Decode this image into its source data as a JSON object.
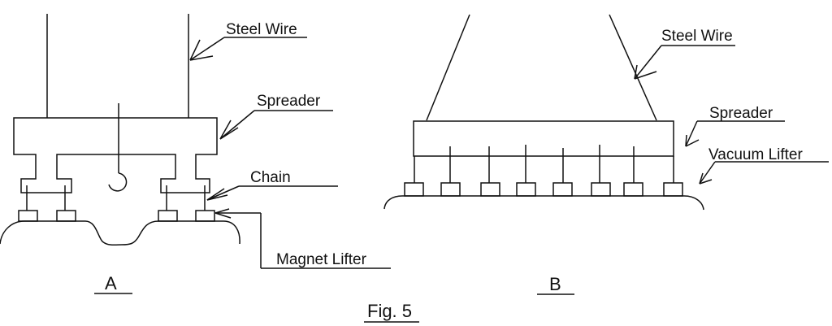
{
  "figure": {
    "caption": "Fig. 5",
    "panels": [
      {
        "id": "A",
        "label": "A",
        "callouts": {
          "steel_wire": "Steel Wire",
          "spreader": "Spreader",
          "chain": "Chain",
          "magnet_lifter": "Magnet Lifter"
        },
        "lifter_count": 4
      },
      {
        "id": "B",
        "label": "B",
        "callouts": {
          "steel_wire": "Steel Wire",
          "spreader": "Spreader",
          "vacuum_lifter": "Vacuum Lifter"
        },
        "lifter_count": 8
      }
    ]
  }
}
